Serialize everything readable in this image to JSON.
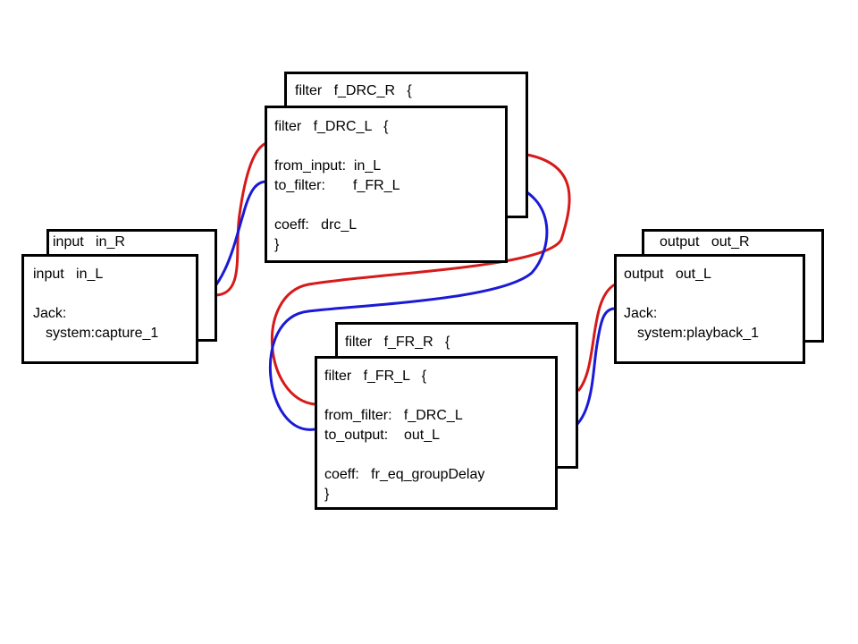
{
  "colors": {
    "left_channel": "#1a1ad6",
    "right_channel": "#d61a1a",
    "box_border": "#000000"
  },
  "inputs": {
    "right": {
      "title": "input   in_R"
    },
    "left": {
      "title": "input   in_L",
      "jack_label": "Jack:",
      "jack_port": "system:capture_1"
    }
  },
  "drc_filters": {
    "right": {
      "title": "filter   f_DRC_R   {"
    },
    "left": {
      "title": "filter   f_DRC_L   {",
      "from_line": "from_input:  in_L",
      "to_line": "to_filter:       f_FR_L",
      "coeff_line": "coeff:   drc_L",
      "close": "}"
    }
  },
  "fr_filters": {
    "right": {
      "title": "filter   f_FR_R   {"
    },
    "left": {
      "title": "filter   f_FR_L   {",
      "from_line": "from_filter:   f_DRC_L",
      "to_line": "to_output:    out_L",
      "coeff_line": "coeff:   fr_eq_groupDelay",
      "close": "}"
    }
  },
  "outputs": {
    "right": {
      "title": "output   out_R"
    },
    "left": {
      "title": "output   out_L",
      "jack_label": "Jack:",
      "jack_port": "system:playback_1"
    }
  }
}
